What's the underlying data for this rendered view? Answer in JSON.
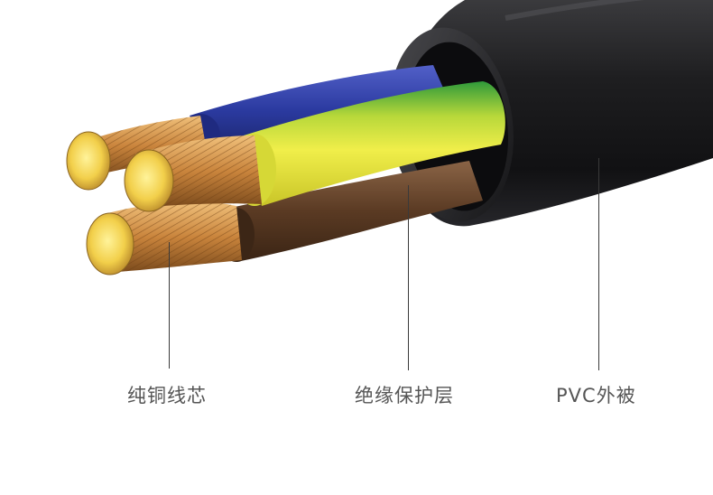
{
  "labels": {
    "copper_core": "纯铜线芯",
    "insulation_layer": "绝缘保护层",
    "pvc_sheath": "PVC外被"
  },
  "colors": {
    "sheath": "#1c1c1e",
    "blue_wire": "#2b3aa0",
    "green_yellow_wire": "#d9e332",
    "brown_wire": "#5a3a23",
    "copper": "#c9843c",
    "label_text": "#555555",
    "leader_line": "#3a3a3a"
  }
}
